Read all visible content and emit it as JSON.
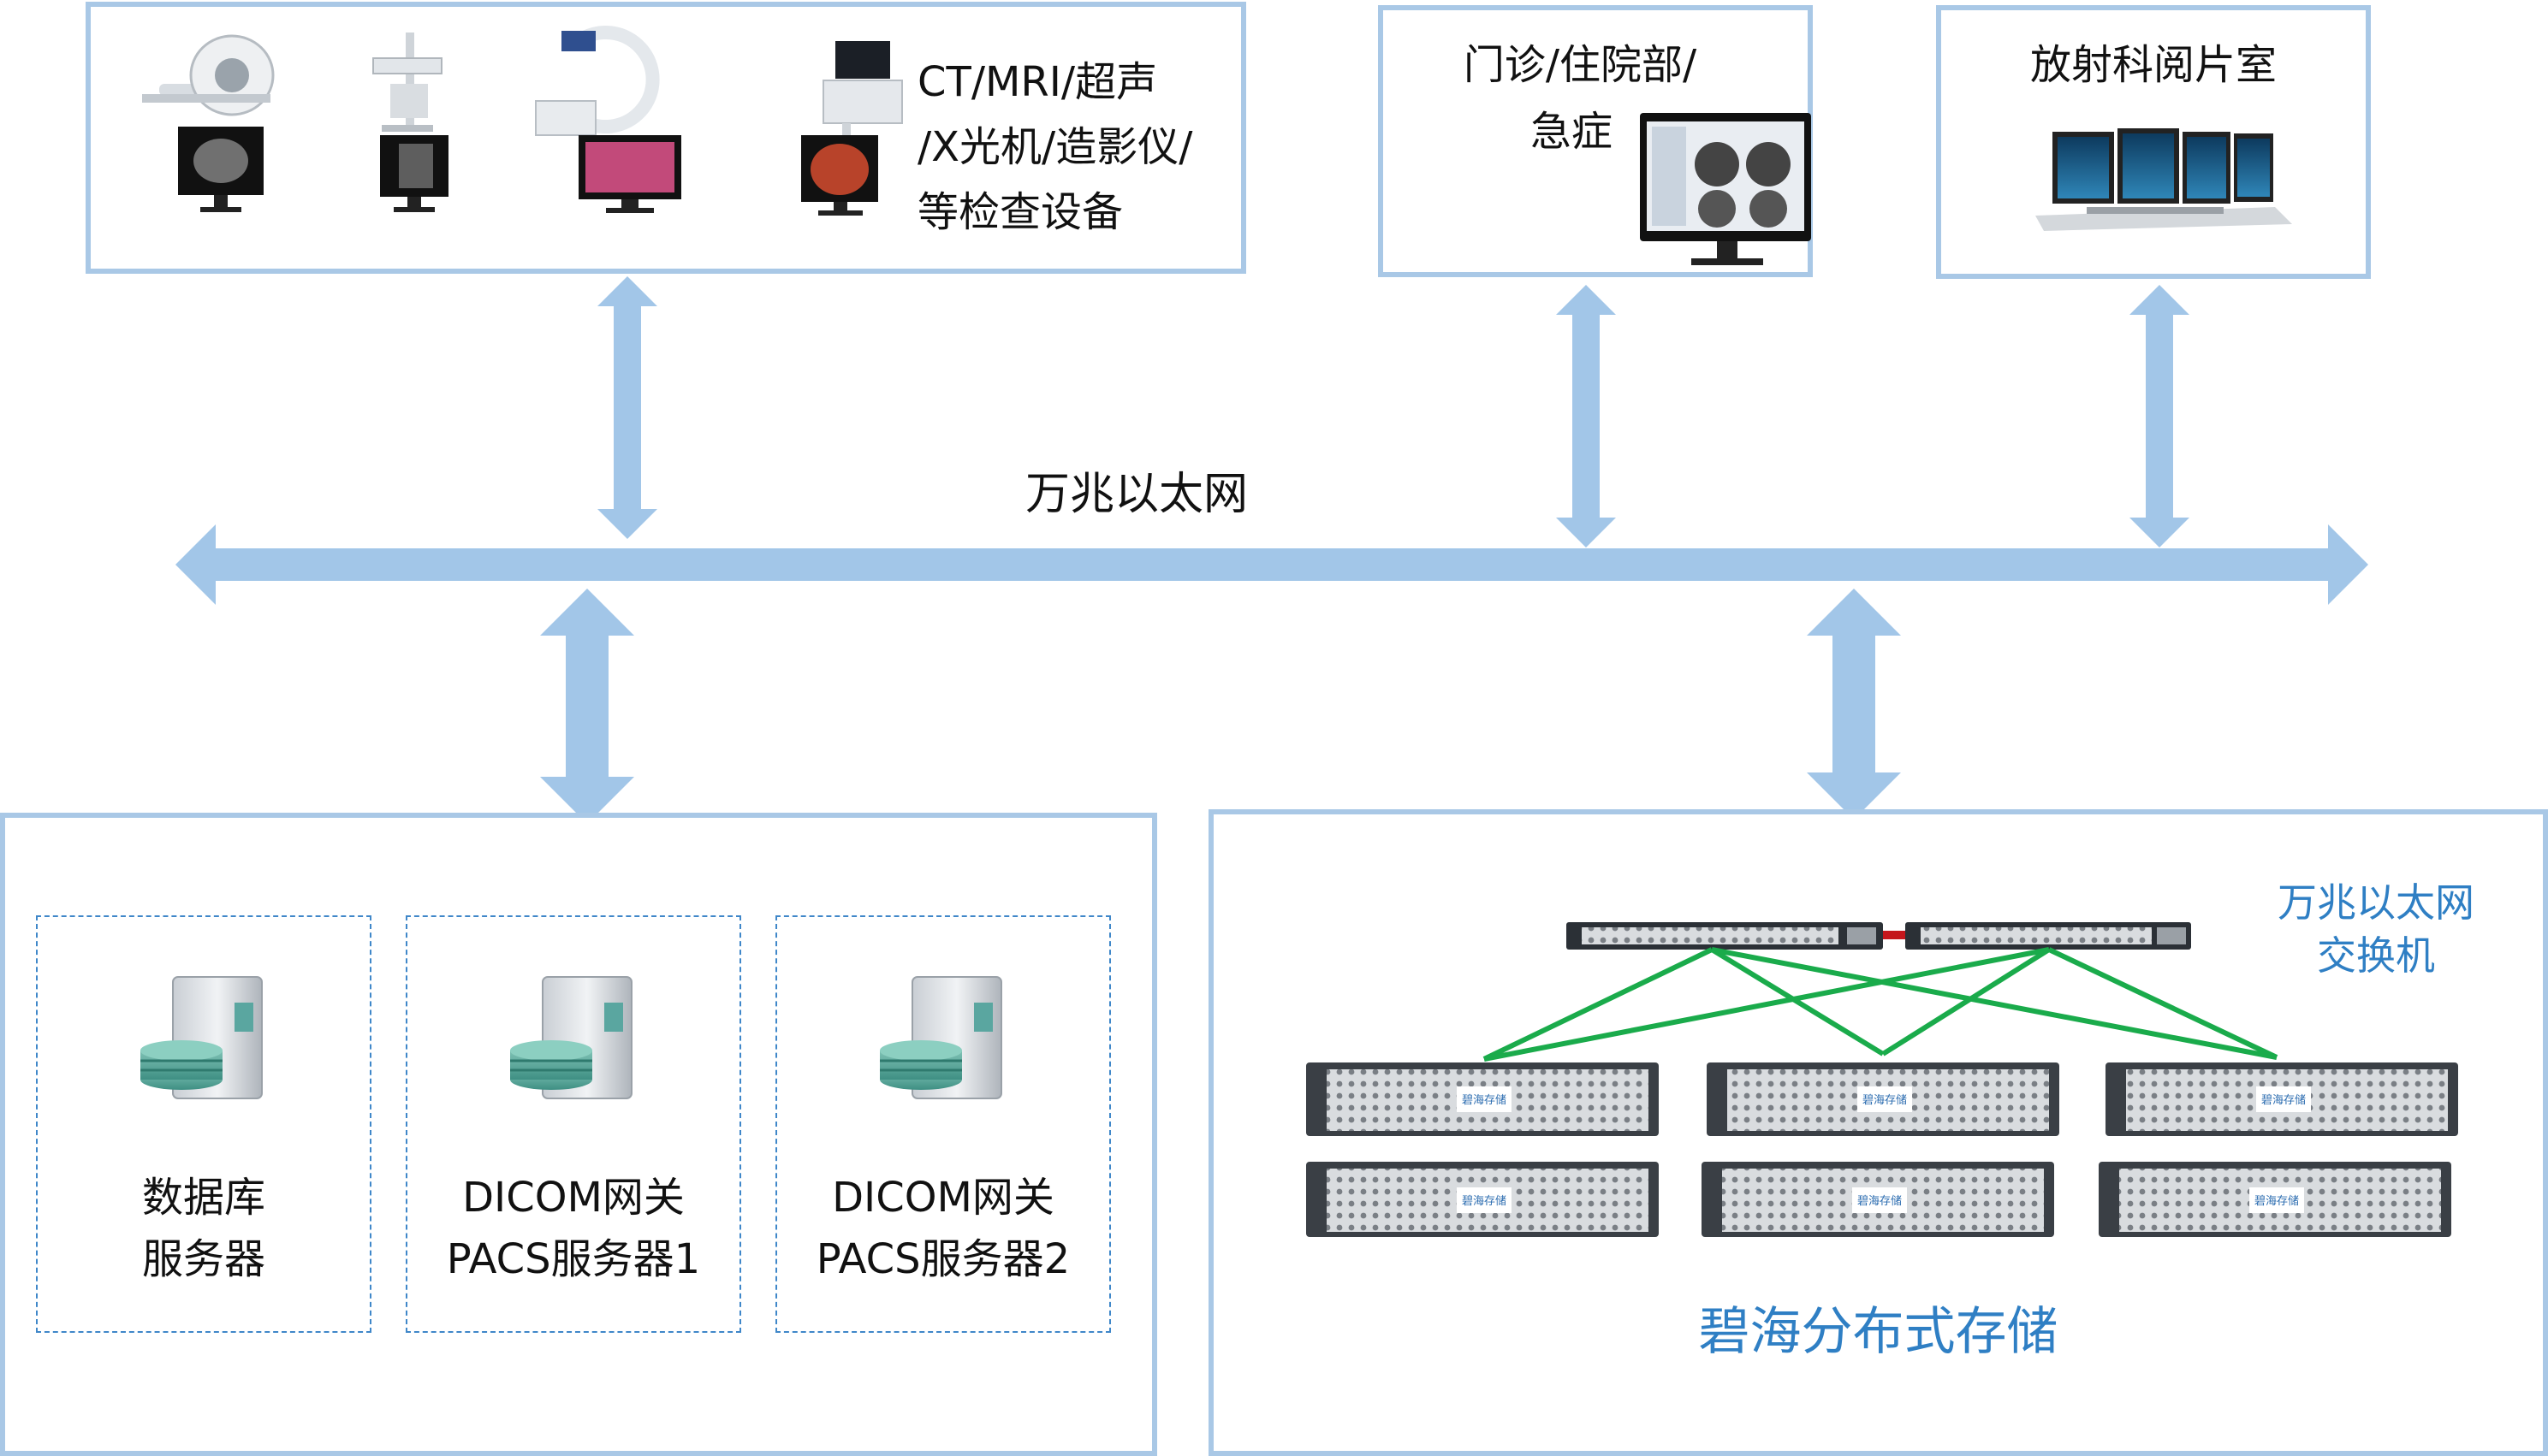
{
  "devices": {
    "line1": "CT/MRI/超声",
    "line2": "/X光机/造影仪/",
    "line3": "等检查设备"
  },
  "clinic": {
    "line1": "门诊/住院部/",
    "line2": "急症"
  },
  "radiology": {
    "title": "放射科阅片室"
  },
  "network": {
    "label": "万兆以太网"
  },
  "servers": [
    {
      "line1": "数据库",
      "line2": "服务器"
    },
    {
      "line1": "DICOM网关",
      "line2": "PACS服务器1"
    },
    {
      "line1": "DICOM网关",
      "line2": "PACS服务器2"
    }
  ],
  "storage": {
    "switch_line1": "万兆以太网",
    "switch_line2": "交换机",
    "title": "碧海分布式存储",
    "brand": "碧海存储"
  },
  "colors": {
    "arrow": "#a2c6e8",
    "box_border": "#a9c8e6",
    "dashed": "#3f87c9",
    "link": "#1aab4b",
    "stack_link": "#c4161c",
    "storage_title": "#2f7fc4"
  }
}
